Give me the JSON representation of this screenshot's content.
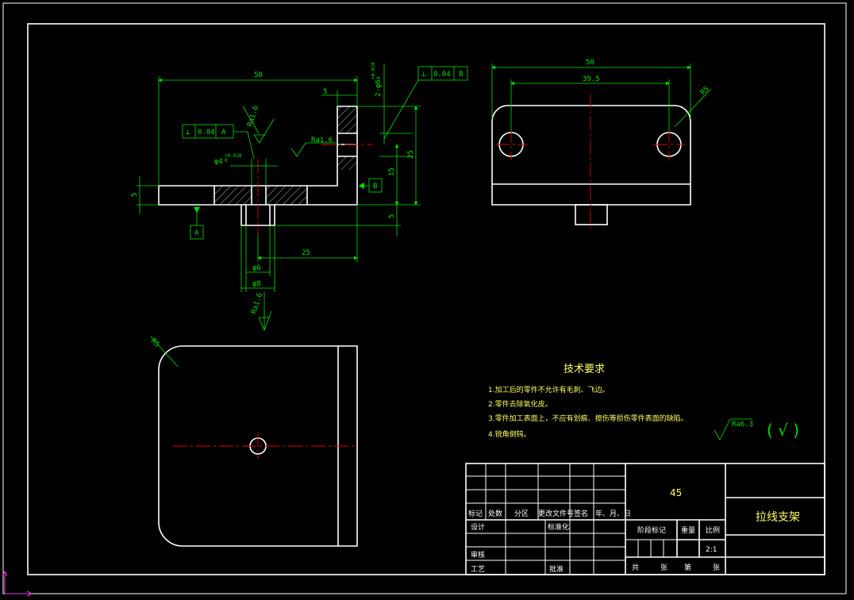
{
  "dims": {
    "front_width": "50",
    "slot_w": "5",
    "hole_dim": "2-φ6",
    "hole_tol_a": "+0.028",
    "hole_tol_b": "0",
    "left_height": "5",
    "right_total": "25",
    "right_mid": "15",
    "right_low": "5",
    "bottom_25": "25",
    "d6": "φ6",
    "d8": "φ8",
    "d4": "φ4",
    "d4_tol_a": "+0.028",
    "d4_tol_b": "0",
    "top_width": "50",
    "top_inner": "39.5",
    "top_radius": "R5",
    "plan_radius": "R5"
  },
  "tolerances": {
    "perp_left": {
      "sym": "⊥",
      "val": "0.04",
      "ref": "A"
    },
    "perp_right": {
      "sym": "⊥",
      "val": "0.04",
      "ref": "B"
    }
  },
  "datums": {
    "a": "A",
    "b": "B"
  },
  "roughness": {
    "r1": "Ra1.6",
    "r2": "Ra1.6",
    "r3": "Ra1.6",
    "general": "Ra6.3",
    "general_sym": "( √ )"
  },
  "tech": {
    "title": "技术要求",
    "items": [
      "1.加工后的零件不允许有毛刺、飞边。",
      "2.零件去除氧化皮。",
      "3.零件加工表面上，不应有划痕、擦伤等损伤零件表面的缺陷。",
      "4.锐角倒钝。"
    ]
  },
  "title_block": {
    "material": "45",
    "part_name": "拉线支架",
    "h_mark": "标记",
    "h_count": "处数",
    "h_zone": "分区",
    "h_docno": "更改文件号",
    "h_sign": "签名",
    "h_date": "年、月、日",
    "design": "设计",
    "standard": "标准化",
    "review": "审核",
    "process": "工艺",
    "approve": "批准",
    "stage": "阶段标记",
    "weight": "重量",
    "scale": "比例",
    "scale_val": "2:1",
    "sheets": "共",
    "sheet_unit1": "张",
    "sheet_of": "第",
    "sheet_unit2": "张"
  }
}
